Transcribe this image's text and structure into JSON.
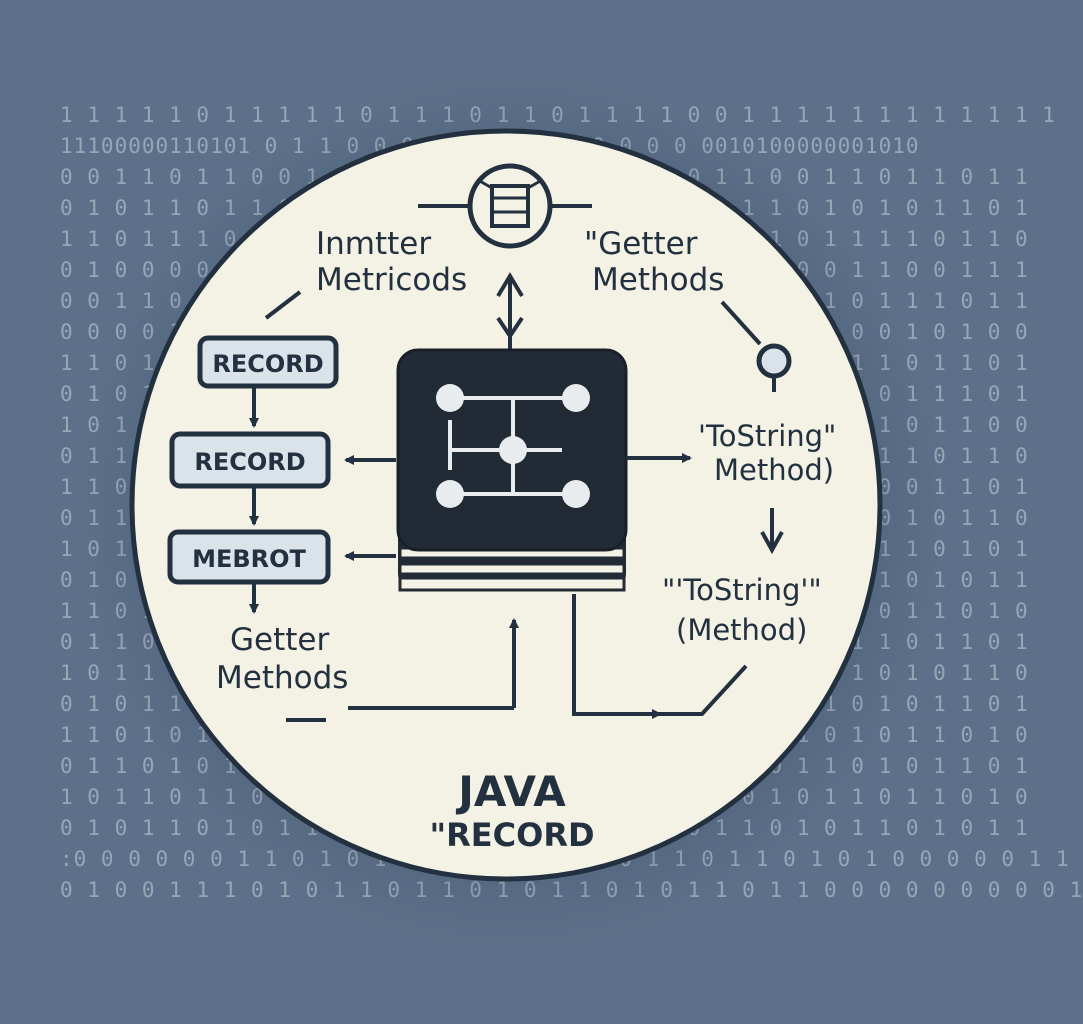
{
  "binary_rows": [
    "1 1 1 1 1 0 1 1 1 1 1 0 1 1 1 0 1 1 0 1 1 1 1 0 0 1 1 1 1 1 1 1 1 1 1 1 1",
    "11100000110101 0 1 1 0 0 0 0 1 1 0 0 0 0 0 0 0 0010100000001010",
    "0 0 1 1 0 1 1 0 0 1 0 1 1 0 0 1 0 1 1 1 0 1 0 0 1 1 0 0 1 1 0 1 1 0 1 1",
    "0 1 0 1 1 0 1 1 0 1 1 0 0 0 1 0 1 1 0 0 1 1 1 0 0 1 1 0 1 0 1 0 1 1 0 1",
    "1 1 0 1 1 1 0 0 1 1 1 1 0 1 1 0 0 1 1 0 1 1 1 1 0 1 1 0 1 1 1 1 0 1 1 0",
    "0 1 0 0 0 0 1 1 0 1 0 1 0 0 0 1 1 0 1 1 0 0 1 1 0 1 1 0 0 1 1 0 0 1 1 1",
    "0 0 1 1 0 0 1 1 1 1 0 1 1 0 1 0 0 1 1 1 0 1 1 1 0 0 1 1 1 0 1 1 1 0 1 1",
    "0 0 0 0 1 1 1 0 0 1 0 1 1 1 1 0 1 1 1 1 0 0 0 1 0 1 1 1 1 0 0 1 0 1 0 0",
    "1 1 0 1 0 0 1 0 1 0 1 1 0 1 0 0 1 1 0 1 1 0 1 1 1 0 1 0 0 1 1 0 1 1 0 1",
    "0 1 0 1 1 1 0 1 0 0 1 1 1 0 1 0 1 1 0 1 0 0 0 1 1 1 0 1 0 1 0 1 1 1 0 1",
    "1 0 1 1 0 1 1 0 1 0 0 1 1 0 1 0 1 0 1 1 0 1 1 0 1 1 0 1 0 1 1 0 1 1 0 0",
    "0 1 1 0 1 0 1 1 0 1 0 1 1 0 1 1 0 1 0 1 1 0 1 0 0 1 1 0 1 0 1 1 0 1 1 0",
    "1 1 0 1 0 1 1 0 1 0 1 1 0 0 1 0 1 1 0 1 0 1 1 0 1 0 1 1 0 1 0 0 1 1 0 1",
    "0 1 1 0 1 1 0 1 0 1 1 0 1 0 1 0 1 1 0 1 1 0 1 0 0 1 1 0 1 1 0 1 0 1 1 0",
    "1 0 1 1 0 1 0 1 1 0 1 0 1 1 0 1 0 1 1 0 1 0 1 1 0 1 1 0 1 0 1 1 0 1 0 1",
    "0 1 0 1 1 0 1 0 1 1 0 1 1 0 1 0 1 1 0 1 0 1 1 0 1 0 1 1 0 1 1 0 1 0 1 1",
    "1 1 0 1 0 1 1 0 1 1 0 1 0 1 1 0 1 1 0 1 0 1 0 1 1 0 1 1 0 1 0 1 1 0 1 0",
    "0 1 1 0 1 0 1 1 0 1 0 1 1 0 1 1 0 1 0 1 1 0 1 0 1 1 0 1 0 1 1 0 1 1 0 1",
    "1 0 1 1 0 1 0 1 1 0 1 1 0 1 0 1 1 0 1 1 0 1 0 1 1 0 1 0 1 1 0 1 0 1 1 0",
    "0 1 0 1 1 0 1 1 0 1 0 1 1 0 1 0 1 1 0 1 1 0 1 0 1 1 0 1 1 0 1 0 1 1 0 1",
    "1 1 0 1 0 1 1 0 1 0 1 1 0 1 1 0 1 0 1 1 0 1 0 1 1 0 1 1 0 1 0 1 1 0 1 0",
    "0 1 1 0 1 0 1 1 0 1 1 0 1 0 1 1 0 1 0 1 1 0 1 1 0 1 0 1 1 0 1 0 1 1 0 1",
    "1 0 1 1 0 1 1 0 1 0 1 1 0 1 0 1 1 0 1 1 0 1 0 1 1 0 1 0 1 1 0 1 1 0 1 0",
    "0 1 0 1 1 0 1 0 1 1 0 1 1 0 1 0 1 1 0 1 0 1 1 0 1 1 0 1 0 1 1 0 1 0 1 1",
    ":0 0 0 0 0 0 1 1 0 1 0 1 1 0 1 0 1 1 0 1 0 1 1 0 1 1 0 1 0 1 0 0 0 0 0 1 1",
    "0 1 0 0 1 1 1 0 1 0 1 1 0 1 1 0 1 0 1 1 0 1 0 1 1 0 1 1 0 0 0 0 0 0 0 0 0 1"
  ],
  "labels": {
    "inmtter": "Inmtter",
    "metricods": "Metricods",
    "getter_top_1": "\"Getter",
    "getter_top_2": "Methods",
    "tostring_1a": "'ToString\"",
    "tostring_1b": "Method)",
    "tostring_2a": "\"'ToString'\"",
    "tostring_2b": "(Method)",
    "getter_bottom_1": "Getter",
    "getter_bottom_2": "Methods"
  },
  "boxes": [
    "RECORD",
    "RECORD",
    "MEBROT"
  ],
  "title": {
    "line1": "JAVA",
    "line2": "\"RECORD"
  },
  "colors": {
    "background": "#5d7089",
    "circle_fill": "#f4f2e4",
    "ink": "#22303f",
    "box_fill": "#dbe3ea",
    "chip_fill": "#222a35"
  }
}
